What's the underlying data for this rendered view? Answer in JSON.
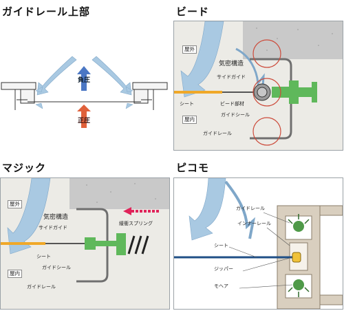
{
  "panels": {
    "top_left": {
      "title": "ガイドレール上部",
      "neg_label": "負圧",
      "pos_label": "正圧"
    },
    "bead": {
      "title": "ビード",
      "outdoor": "屋外",
      "indoor": "屋内",
      "airtight": "気密構造",
      "side_guide": "サイドガイド",
      "sheet": "シート",
      "bead_member": "ビード部材",
      "guide_seal": "ガイドシール",
      "guide_rail": "ガイドレール"
    },
    "magic": {
      "title": "マジック",
      "outdoor": "屋外",
      "indoor": "屋内",
      "airtight": "気密構造",
      "side_guide": "サイドガイド",
      "spring": "緩衝スプリング",
      "sheet": "シート",
      "guide_seal": "ガイドシール",
      "guide_rail": "ガイドレール"
    },
    "picomo": {
      "title": "ピコモ",
      "guide_rail": "ガイドレール",
      "inner_rail": "インナーレール",
      "sheet": "シート",
      "zipper": "ジッパー",
      "mohair": "モヘア"
    }
  },
  "colors": {
    "wind": "#a9c9e2",
    "wind_dark": "#7fa7c9",
    "concrete": "#c9c9c9",
    "rail": "#6f6f6f",
    "sheet_orange": "#f0a828",
    "sheet_blue": "#1f4f86",
    "green_part": "#5fb85b",
    "circle_red": "#cc4a3a",
    "spring_arrow": "#e0245a",
    "neg_arrow": "#4b77c4",
    "pos_arrow": "#e0603a",
    "aluminium": "#d9cfbf"
  }
}
